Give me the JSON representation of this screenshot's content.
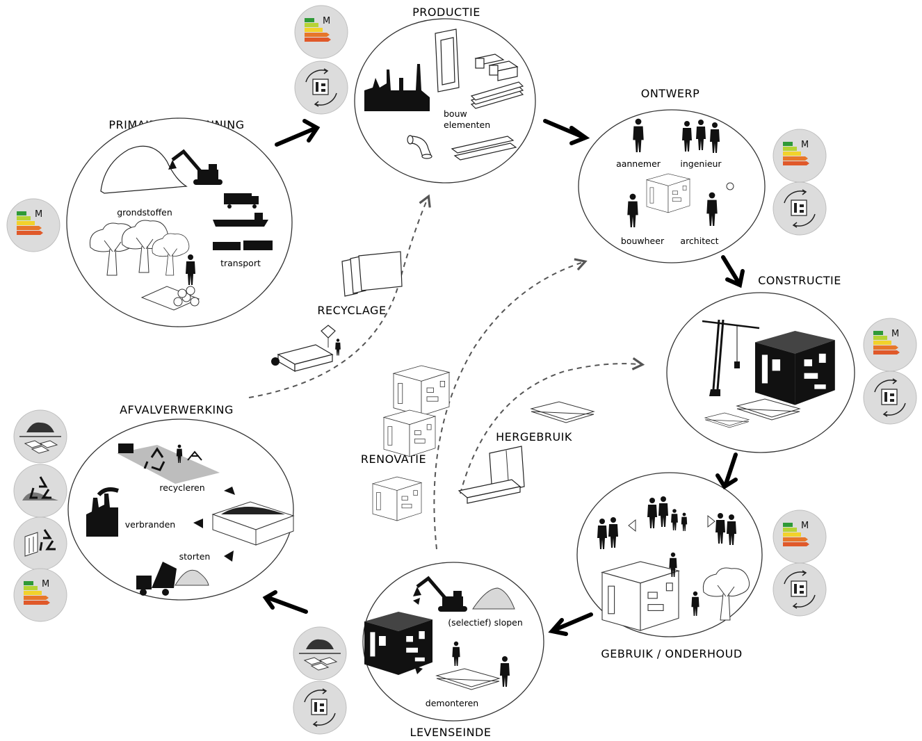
{
  "phases": {
    "primaire_ontginning": {
      "title": "PRIMAIRE  ONTGINNING",
      "labels": [
        "grondstoffen",
        "transport"
      ]
    },
    "productie": {
      "title": "PRODUCTIE",
      "labels": [
        "bouw",
        "elementen"
      ]
    },
    "ontwerp": {
      "title": "ONTWERP",
      "labels": [
        "aannemer",
        "ingenieur",
        "bouwheer",
        "architect"
      ]
    },
    "constructie": {
      "title": "CONSTRUCTIE"
    },
    "gebruik": {
      "title": "GEBRUIK / ONDERHOUD"
    },
    "levenseinde": {
      "title": "LEVENSEINDE",
      "labels": [
        "(selectief) slopen",
        "demonteren"
      ]
    },
    "afvalverwerking": {
      "title": "AFVALVERWERKING",
      "labels": [
        "recycleren",
        "verbranden",
        "storten"
      ]
    }
  },
  "loops": {
    "recyclage": "RECYCLAGE",
    "renovatie": "RENOVATIE",
    "hergebruik": "HERGEBRUIK"
  },
  "badge_letter": "M",
  "colors": {
    "energy_green": "#2f9a37",
    "energy_yellowgreen": "#b6d335",
    "energy_yellow": "#f2d22b",
    "energy_orange": "#e7762a",
    "badge_gray": "#dcdcdc"
  },
  "icons": [
    "energy-label-icon",
    "building-cycle-icon",
    "material-pile-icon",
    "recycle-icon",
    "building-recycle-icon"
  ]
}
